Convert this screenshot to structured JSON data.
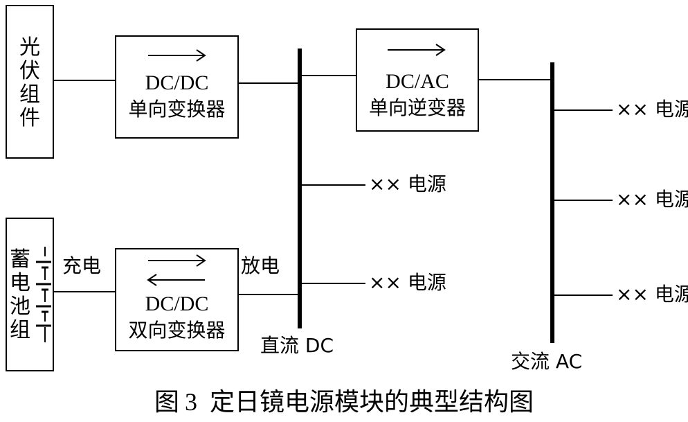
{
  "blocks": {
    "pv": {
      "label_chars": [
        "光",
        "伏",
        "组",
        "件"
      ]
    },
    "battery": {
      "label_chars": [
        "蓄",
        "电",
        "池",
        "组"
      ]
    },
    "dcdc_uni": {
      "line1": "DC/DC",
      "line2": "单向变换器"
    },
    "dcdc_bi": {
      "line1": "DC/DC",
      "line2": "双向变换器"
    },
    "dcac": {
      "line1": "DC/AC",
      "line2": "单向逆变器"
    }
  },
  "edge_labels": {
    "charge": "充电",
    "discharge": "放电"
  },
  "buses": {
    "dc": {
      "label": "直流 DC",
      "loads": [
        "×× 电源",
        "×× 电源"
      ]
    },
    "ac": {
      "label": "交流 AC",
      "loads": [
        "×× 电源",
        "×× 电源",
        "×× 电源"
      ]
    }
  },
  "caption": {
    "prefix": "图",
    "number": "3",
    "title": "定日镜电源模块的典型结构图"
  }
}
